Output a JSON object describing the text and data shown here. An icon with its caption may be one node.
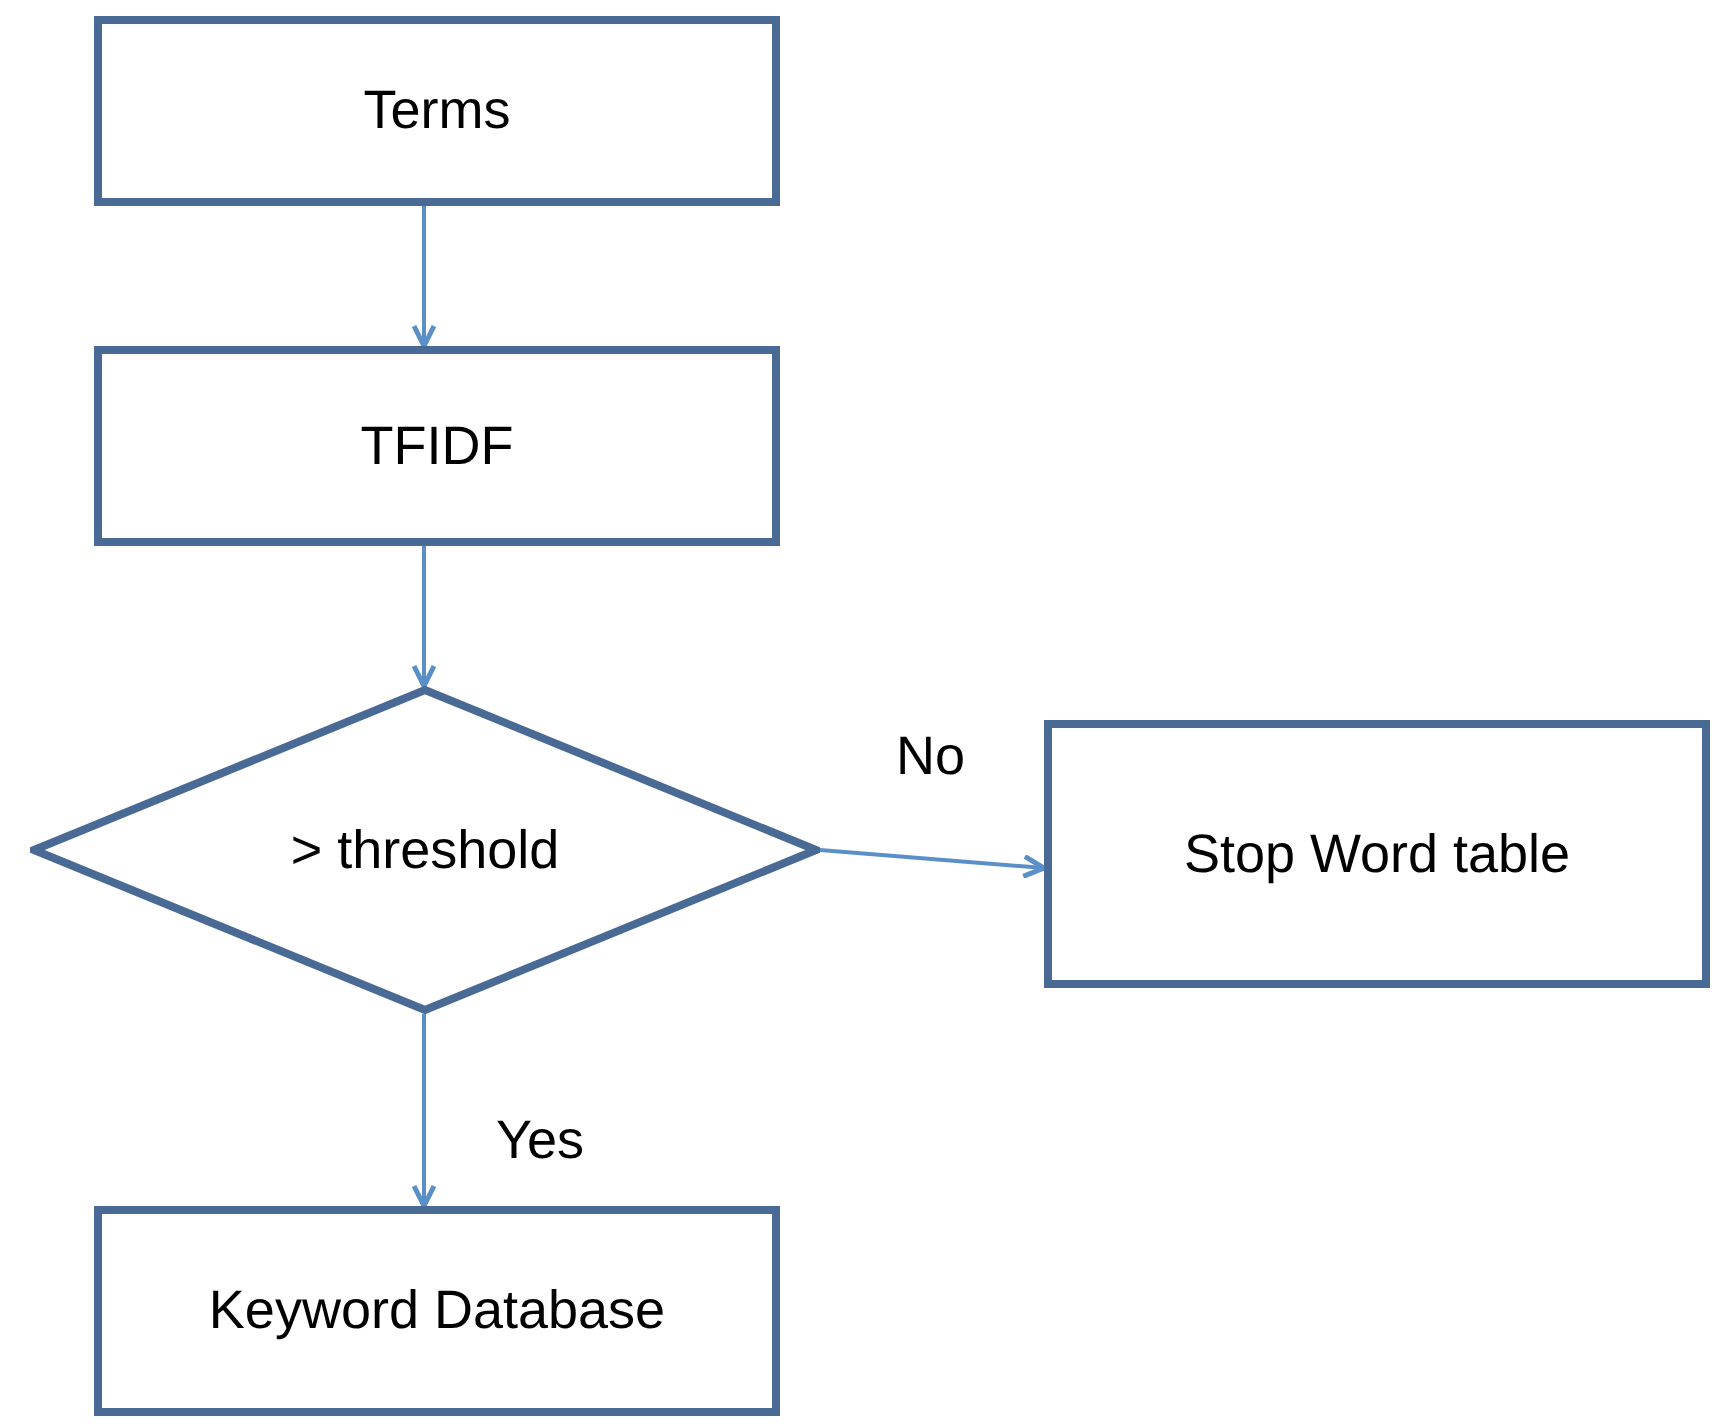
{
  "diagram": {
    "nodes": [
      {
        "text": [
          "Terms"
        ]
      },
      {
        "text": [
          "TFIDF"
        ]
      },
      {
        "text": [
          "> threshold"
        ]
      },
      {
        "text": [
          "Stop Word table"
        ]
      },
      {
        "text": [
          "Keyword Database"
        ]
      }
    ],
    "edges": [
      {
        "from": 0,
        "to": 1,
        "arrow": "to"
      },
      {
        "from": 1,
        "to": 2,
        "arrow": "to"
      },
      {
        "from": 2,
        "to": 3,
        "arrow": "to",
        "label": "No"
      },
      {
        "from": 2,
        "to": 4,
        "arrow": "to",
        "label": "Yes"
      }
    ]
  }
}
